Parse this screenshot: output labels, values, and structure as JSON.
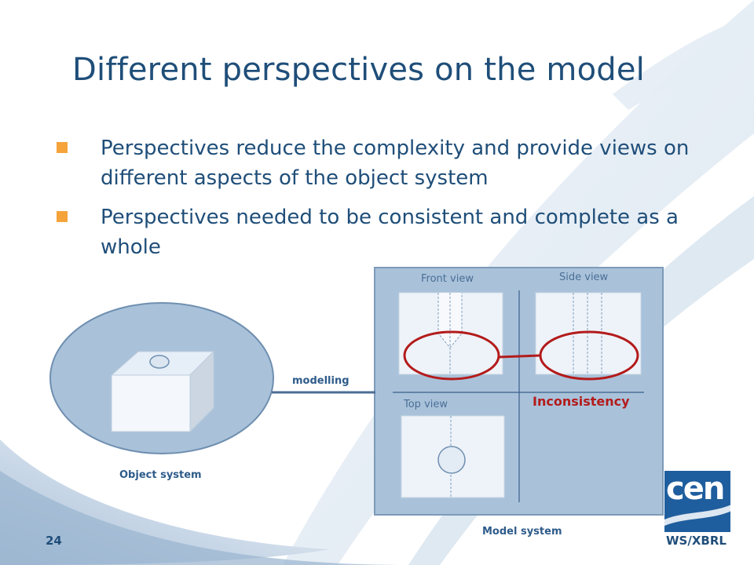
{
  "slide": {
    "title": "Different perspectives on the model",
    "page_number": "24"
  },
  "bullets": [
    {
      "text": "Perspectives reduce the complexity and provide views on different aspects of the object system"
    },
    {
      "text": "Perspectives needed to be consistent and complete as a whole"
    }
  ],
  "diagram": {
    "object_system_label": "Object system",
    "modelling_label": "modelling",
    "model_system_label": "Model system",
    "front_view_label": "Front view",
    "side_view_label": "Side view",
    "top_view_label": "Top view",
    "inconsistency_label": "Inconsistency"
  },
  "logo": {
    "name": "cen",
    "subtitle": "WS/XBRL"
  },
  "colors": {
    "title": "#1f4e79",
    "bullet_marker": "#f5a33b",
    "panel": "#a9c2da",
    "inconsistency": "#b31b1b"
  }
}
